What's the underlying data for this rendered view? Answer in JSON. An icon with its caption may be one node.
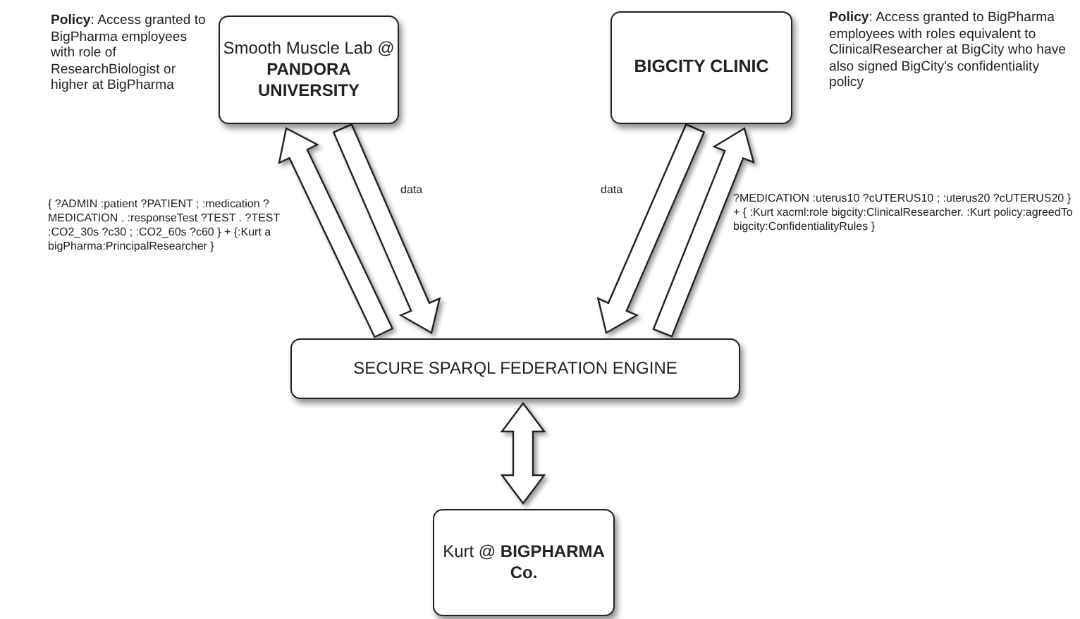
{
  "diagram": {
    "nodes": [
      {
        "text": [
          "Smooth Muscle Lab @ **PANDORA UNIVERSITY**"
        ],
        "beside": [
          "**Policy**: Access granted to BigPharma employees with role of ResearchBiologist or higher at BigPharma"
        ]
      },
      {
        "text": [
          "BIGCITY CLINIC"
        ],
        "beside": [
          "**Policy**: Access granted to BigPharma employees with roles equivalent to ClinicalResearcher at BigCity who have also signed BigCity's confidentiality policy"
        ]
      },
      {
        "text": [
          "SECURE SPARQL FEDERATION ENGINE"
        ]
      },
      {
        "text": [
          "Kurt @ **BIGPHARMA Co.**"
        ]
      }
    ],
    "edges": [
      {
        "from": 2,
        "to": 0,
        "arrow": "to",
        "label": "{ ?ADMIN :patient ?PATIENT ; :medication ?MEDICATION . :responseTest ?TEST . ?TEST :CO2_30s ?c30 ; :CO2_60s ?c60 } + {:Kurt a bigPharma:PrincipalResearcher }"
      },
      {
        "from": 0,
        "to": 2,
        "arrow": "to",
        "label": "data"
      },
      {
        "from": 1,
        "to": 2,
        "arrow": "to",
        "label": "data"
      },
      {
        "from": 2,
        "to": 1,
        "arrow": "to",
        "label": "?MEDICATION :uterus10 ?cUTERUS10 ; :uterus20 ?cUTERUS20 } + { :Kurt xacml:role bigcity:ClinicalResearcher. :Kurt policy:agreedTo bigcity:ConfidentialityRules }"
      },
      {
        "from": 2,
        "to": 3,
        "arrow": "both"
      }
    ]
  }
}
